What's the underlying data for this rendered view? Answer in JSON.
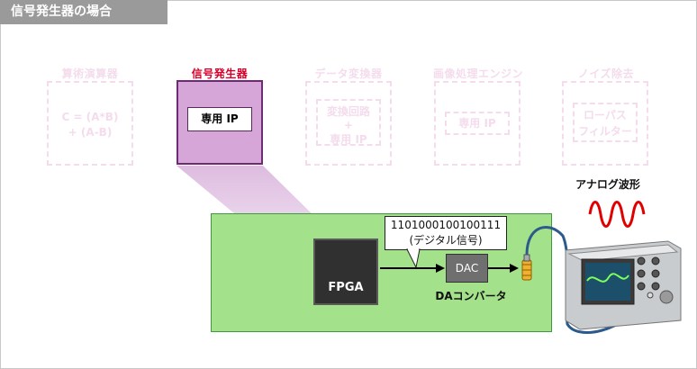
{
  "header": {
    "title": "信号発生器の場合"
  },
  "ip_blocks": [
    {
      "label": "算術演算器",
      "lines": [
        "C = (A*B)",
        "+ (A-B)"
      ],
      "active": false
    },
    {
      "label": "信号発生器",
      "ip": "専用 IP",
      "active": true
    },
    {
      "label": "データ変換器",
      "lines": [
        "変換回路",
        "+",
        "専用 IP"
      ],
      "active": false
    },
    {
      "label": "画像処理エンジン",
      "ip": "専用 IP",
      "active": false
    },
    {
      "label": "ノイズ除去",
      "lines": [
        "ローパス",
        "フィルター"
      ],
      "active": false
    }
  ],
  "board": {
    "fpga_label": "FPGA",
    "dac_label": "DAC",
    "dac_caption": "DAコンバータ",
    "digital_bits": "1101000100100111",
    "digital_caption": "(デジタル信号)"
  },
  "analog": {
    "label": "アナログ波形"
  },
  "colors": {
    "active_block": "#d6a6d8",
    "inactive_border": "#f4dced",
    "board_green": "#a3e28a",
    "wave_red": "#e00000",
    "cable_blue": "#2d5a8c"
  }
}
